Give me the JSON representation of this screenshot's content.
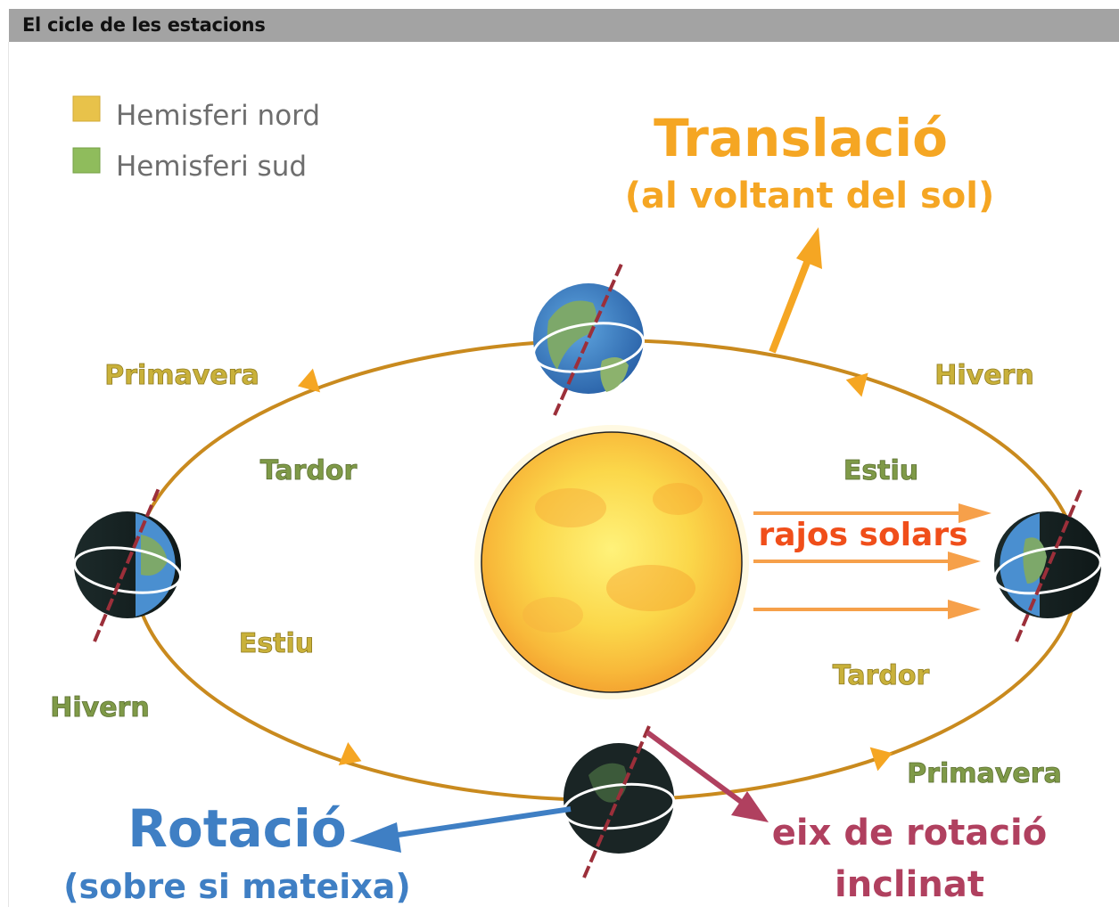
{
  "header": {
    "title": "El cicle de les estacions"
  },
  "legend": [
    {
      "label": "Hemisferi nord",
      "color": "#e8c24a"
    },
    {
      "label": "Hemisferi sud",
      "color": "#8fbc5c"
    }
  ],
  "translation": {
    "title": "Translació",
    "subtitle": "(al voltant del sol)"
  },
  "rotation": {
    "title": "Rotació",
    "subtitle": "(sobre si mateixa)"
  },
  "axis": {
    "line1": "eix de rotació",
    "line2": "inclinat"
  },
  "rays": {
    "label": "rajos solars"
  },
  "seasons": {
    "primavera_left": "Primavera",
    "tardor_left": "Tardor",
    "estiu_left": "Estiu",
    "hivern_left": "Hivern",
    "hivern_right": "Hivern",
    "estiu_right": "Estiu",
    "tardor_right": "Tardor",
    "primavera_right": "Primavera"
  },
  "colors": {
    "north": "#c9b13a",
    "south": "#7f9a48",
    "orbit": "#c98a1e",
    "translation": "#f5a623",
    "rotation": "#3f7fc4",
    "axis": "#b0405f",
    "rays": "#f27a1a"
  }
}
